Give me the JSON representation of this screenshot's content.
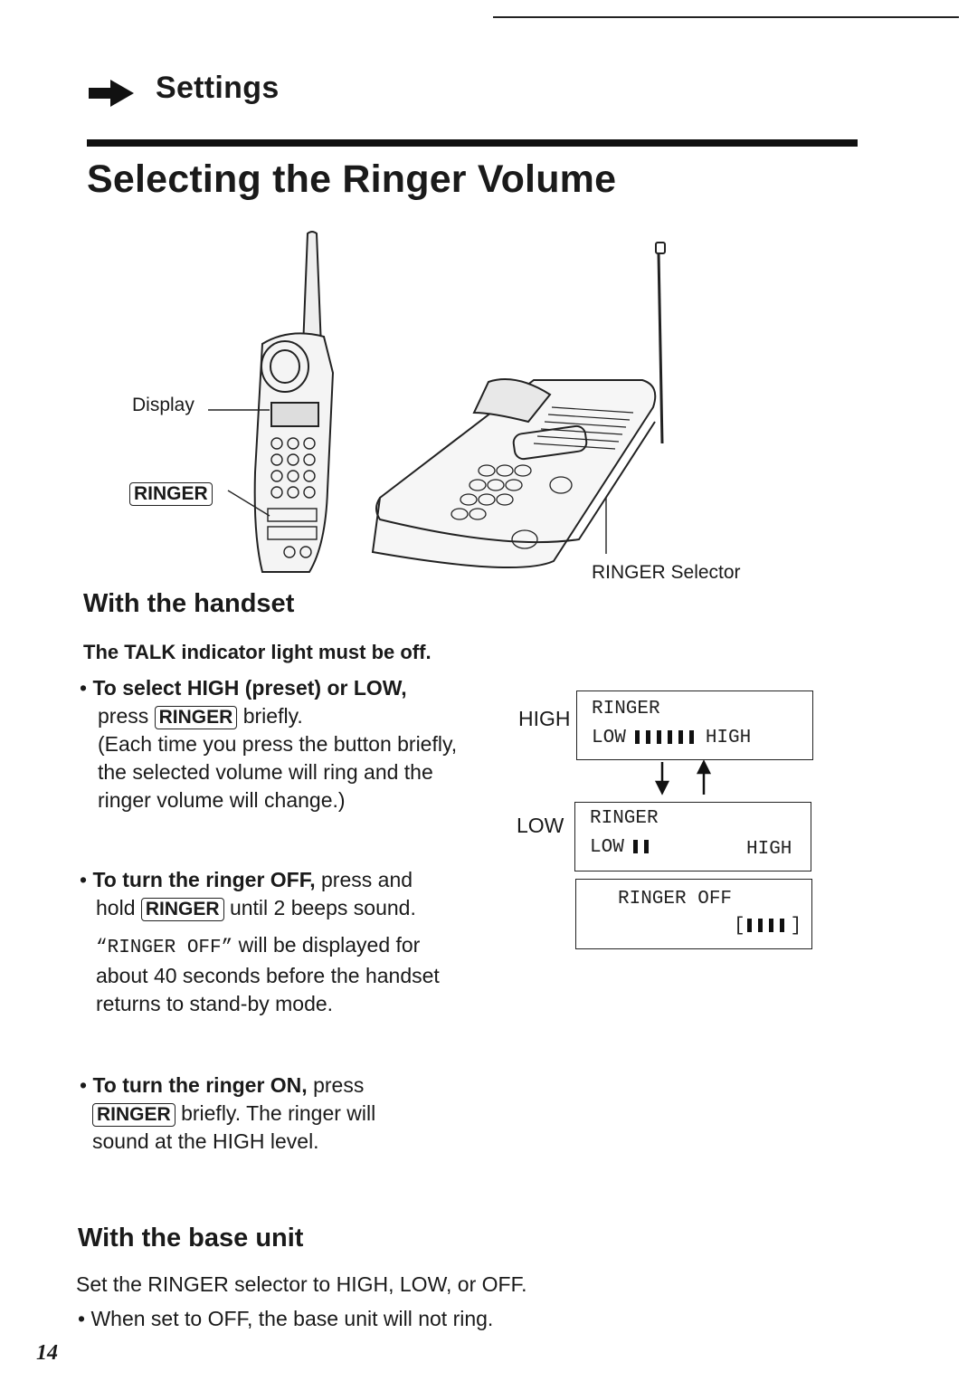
{
  "header": {
    "section": "Settings",
    "title": "Selecting the Ringer Volume"
  },
  "illustration": {
    "display_label": "Display",
    "ringer_button_label": "RINGER",
    "ringer_selector_label": "RINGER Selector"
  },
  "handset": {
    "heading": "With the handset",
    "condition": "The TALK indicator light must be off.",
    "select": {
      "bold": "To select HIGH (preset) or LOW,",
      "press": "press",
      "key": "RINGER",
      "after": "briefly.",
      "notes": [
        "(Each time you press the button briefly,",
        "the selected volume will ring and the",
        "ringer volume will change.)"
      ]
    },
    "off": {
      "bold": "To turn the ringer OFF,",
      "rest": "press and",
      "hold": "hold",
      "key": "RINGER",
      "after": "until 2 beeps sound.",
      "quote": "“RINGER OFF”",
      "note1": "will be displayed for",
      "note2": "about 40 seconds before the handset",
      "note3": "returns to stand-by mode."
    },
    "on": {
      "bold": "To turn the ringer ON,",
      "rest": "press",
      "key": "RINGER",
      "after": "briefly. The ringer will",
      "line3": "sound at the HIGH level."
    }
  },
  "displays": {
    "high": {
      "side": "HIGH",
      "line1": "RINGER",
      "low": "LOW",
      "high": "HIGH",
      "level": 6,
      "max_level": 6
    },
    "low": {
      "side": "LOW",
      "line1": "RINGER",
      "low": "LOW",
      "high": "HIGH",
      "level": 2,
      "max_level": 6
    },
    "off": {
      "line1": "RINGER OFF",
      "indicator_bars": 4
    }
  },
  "base_unit": {
    "heading": "With the base unit",
    "text": "Set the RINGER selector to HIGH, LOW, or OFF.",
    "bullet": "When set to OFF, the base unit will not ring."
  },
  "page_number": "14"
}
